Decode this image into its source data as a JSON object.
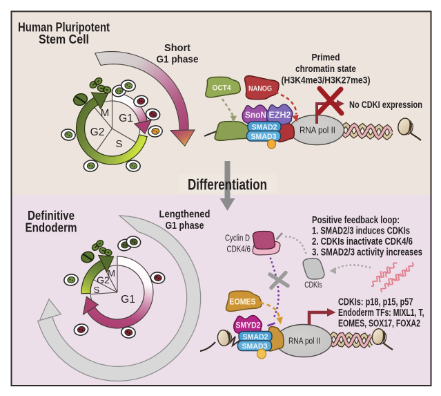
{
  "colors": {
    "top_panel_bg": "#ece4dd",
    "bottom_panel_bg": "#ecdfe9",
    "border": "#2e2a28",
    "text": "#231f20",
    "magenta_arrow": "#ad4173",
    "orange_tip": "#e5af3f",
    "green_dark": "#57702e",
    "green_light": "#c6dc40",
    "gray_arrow": "#d8d8d8",
    "oct4_green": "#93ab55",
    "nanog_red": "#b23a3c",
    "snon_purple": "#9a51a5",
    "ezh2_violet": "#7f68b8",
    "smad2_blue": "#4d9fd1",
    "smad3_blue": "#5fadda",
    "phospho_yellow": "#f2ab3d",
    "rna_pol_gray": "#c8c7c5",
    "eomes_orange": "#cd9435",
    "smyd2_magenta": "#b62588",
    "cyclin_d_pink": "#edb7c9",
    "cdk46_magenta": "#b04a77",
    "cdki_gray": "#c6c6c6",
    "dark_red": "#8e2f39",
    "red_x": "#9e1d23",
    "purple_dotted": "#7b3f9d"
  },
  "top_panel": {
    "title_lines": [
      "Human Pluripotent",
      "Stem Cell"
    ],
    "arrow_label_lines": [
      "Short",
      "G1 phase"
    ],
    "cycle_phases": {
      "m": "M",
      "g1": "G1",
      "s": "S",
      "g2": "G2"
    },
    "chromatin_lines": [
      "Primed",
      "chromatin state",
      "(H3K4me3/H3K27me3)"
    ],
    "no_cdki_label": "No CDKI expression",
    "molecules": {
      "oct4": "OCT4",
      "nanog": "NANOG",
      "snon": "SnoN",
      "ezh2": "EZH2",
      "smad2": "SMAD2",
      "smad3": "SMAD3",
      "rna_pol": "RNA pol II"
    }
  },
  "divider": {
    "label": "Differentiation"
  },
  "bottom_panel": {
    "title_lines": [
      "Definitive",
      "Endoderm"
    ],
    "arrow_label_lines": [
      "Lengthened",
      "G1 phase"
    ],
    "cycle_phases": {
      "m": "M",
      "g1": "G1",
      "s": "S",
      "g2": "G2"
    },
    "feedback_lines": [
      "Positive feedback loop:",
      "1. SMAD2/3 induces CDKIs",
      "2. CDKIs inactivate CDK4/6",
      "3. SMAD2/3 activity increases"
    ],
    "cyclin_d_label": "Cyclin D",
    "cdk46_label": "CDK4/6",
    "cdkis_label": "CDKIs",
    "output_lines": [
      "CDKIs: p18, p15, p57",
      "Endoderm TFs: MIXL1, T,",
      "EOMES, SOX17, FOXA2"
    ],
    "molecules": {
      "eomes": "EOMES",
      "smyd2": "SMYD2",
      "smad2": "SMAD2",
      "smad3": "SMAD3",
      "rna_pol": "RNA pol II"
    }
  }
}
